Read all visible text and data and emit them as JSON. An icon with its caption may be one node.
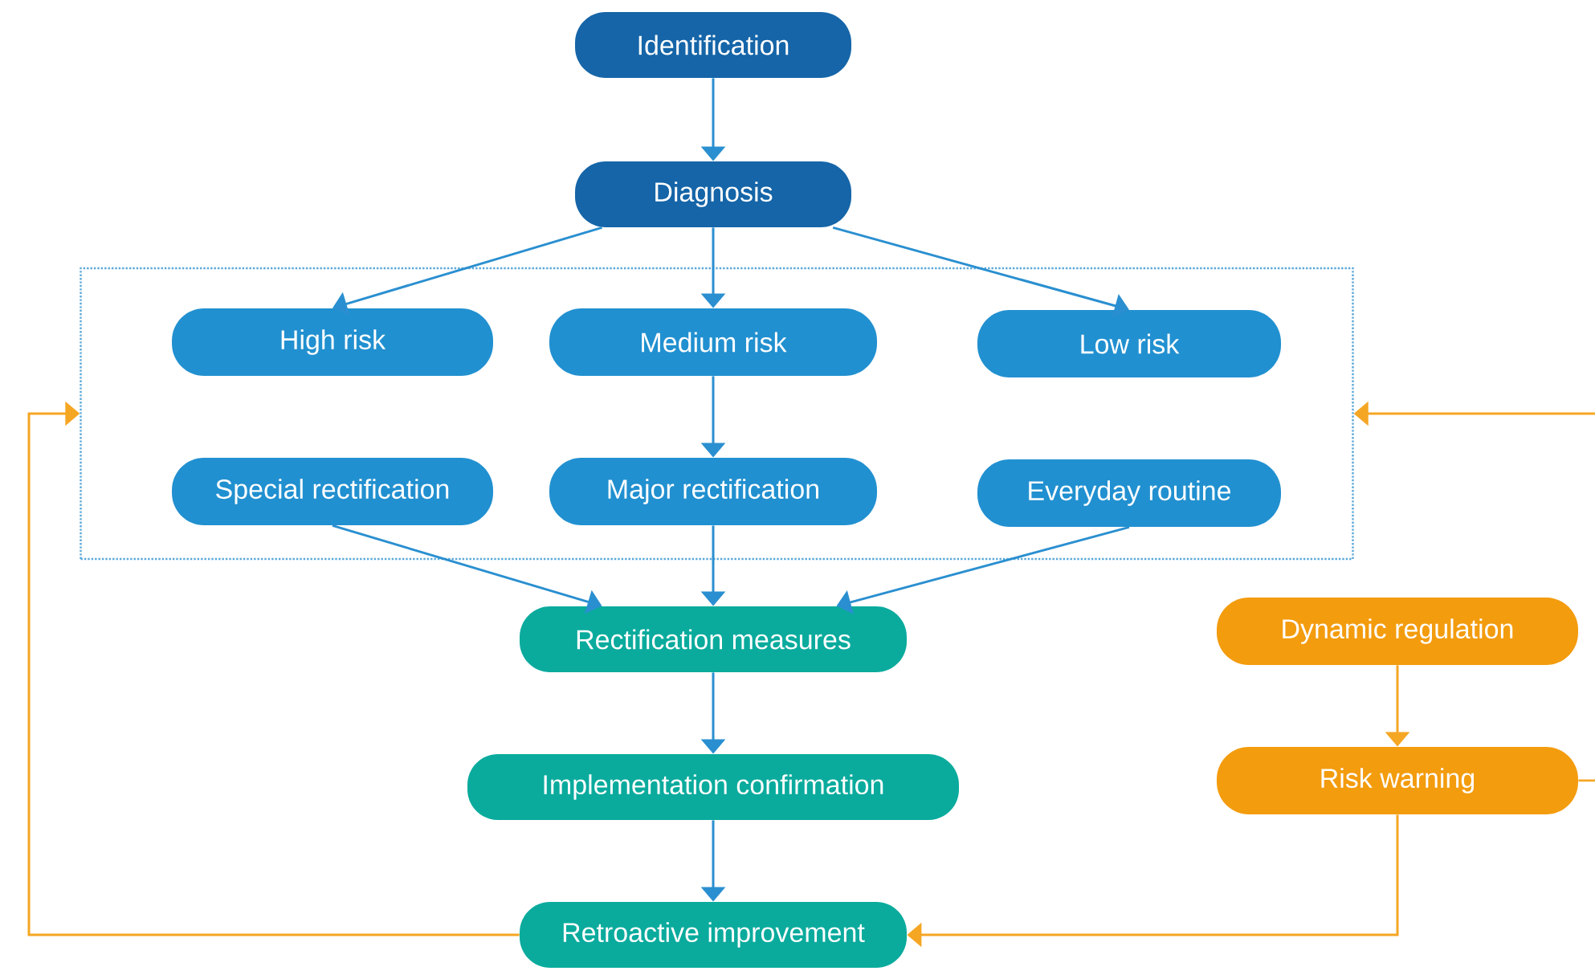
{
  "diagram": {
    "nodes": [
      {
        "text": [
          "Identification"
        ]
      },
      {
        "text": [
          "Diagnosis"
        ]
      },
      {
        "text": [],
        "shape": "box"
      },
      {
        "text": [
          "High risk"
        ],
        "in": 2
      },
      {
        "text": [
          "Medium risk"
        ],
        "in": 2
      },
      {
        "text": [
          "Low risk"
        ],
        "in": 2
      },
      {
        "text": [
          "Special rectification"
        ],
        "in": 2
      },
      {
        "text": [
          "Major rectification"
        ],
        "in": 2
      },
      {
        "text": [
          "Everyday routine"
        ],
        "in": 2
      },
      {
        "text": [
          "Rectification measures"
        ]
      },
      {
        "text": [
          "Implementation confirmation"
        ]
      },
      {
        "text": [
          "Retroactive improvement"
        ]
      },
      {
        "text": [
          "Dynamic regulation"
        ]
      },
      {
        "text": [
          "Risk warning"
        ]
      }
    ],
    "edges": [
      {
        "from": 0,
        "to": 1,
        "arrow": "to"
      },
      {
        "from": 1,
        "to": 3,
        "arrow": "to"
      },
      {
        "from": 1,
        "to": 4,
        "arrow": "to"
      },
      {
        "from": 1,
        "to": 5,
        "arrow": "to"
      },
      {
        "from": 4,
        "to": 7,
        "arrow": "to"
      },
      {
        "from": 6,
        "to": 9,
        "arrow": "to"
      },
      {
        "from": 7,
        "to": 9,
        "arrow": "to"
      },
      {
        "from": 8,
        "to": 9,
        "arrow": "to"
      },
      {
        "from": 9,
        "to": 10,
        "arrow": "to"
      },
      {
        "from": 10,
        "to": 11,
        "arrow": "to"
      },
      {
        "from": 11,
        "to": 2,
        "arrow": "to",
        "color": "#f5a623"
      },
      {
        "from": 12,
        "to": 13,
        "arrow": "to",
        "color": "#f5a623"
      },
      {
        "from": 13,
        "to": 2,
        "arrow": "to",
        "color": "#f5a623"
      },
      {
        "from": 13,
        "to": 11,
        "arrow": "to",
        "color": "#f5a623"
      }
    ]
  }
}
